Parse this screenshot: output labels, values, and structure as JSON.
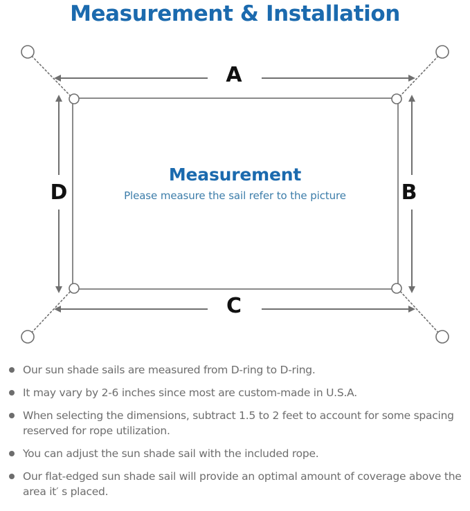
{
  "title": "Measurement & Installation",
  "colors": {
    "title_blue": "#1b6aae",
    "subtitle_blue": "#3b7ca9",
    "line_gray": "#8a8a8a",
    "text_gray": "#6d6d6d"
  },
  "diagram": {
    "center_heading": "Measurement",
    "center_subtext": "Please measure the sail refer to the picture",
    "dimension_labels": {
      "top": "A",
      "right": "B",
      "bottom": "C",
      "left": "D"
    },
    "icons": {
      "anchor_point": "anchor-circle-icon",
      "d_ring": "d-ring-icon",
      "rope": "dotted-rope-line",
      "dimension_arrow": "double-arrow-icon"
    }
  },
  "notes": [
    "Our sun shade sails are measured from D-ring to D-ring.",
    "It may vary by 2-6 inches since most are custom-made in U.S.A.",
    "When selecting the dimensions, subtract 1.5 to 2 feet to account for some spacing reserved for rope utilization.",
    "You can adjust the sun shade sail with the included rope.",
    "Our flat-edged sun shade sail will provide an optimal amount of coverage above the area it′ s placed."
  ]
}
